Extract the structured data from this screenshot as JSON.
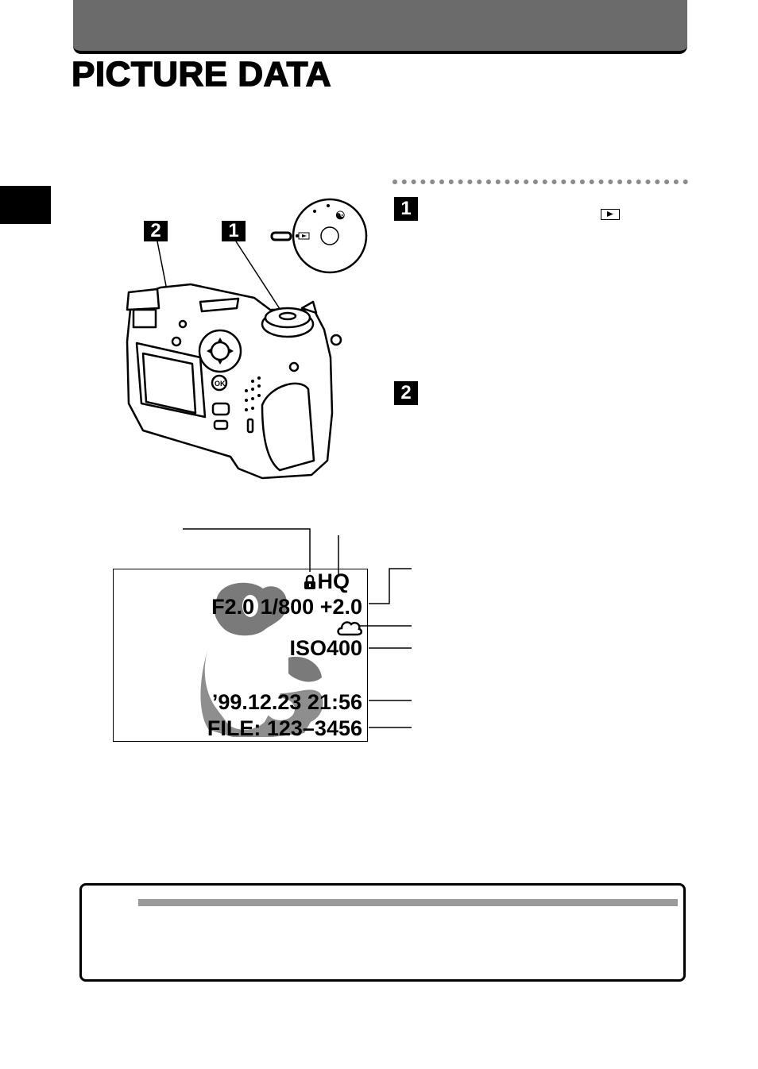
{
  "page": {
    "title": "PICTURE DATA"
  },
  "steps": {
    "step1_number": "1",
    "step2_number": "2"
  },
  "illustration": {
    "callout1_label": "1",
    "callout2_label": "2",
    "mode_dial_icon": "play-icon"
  },
  "lcd": {
    "lock_icon": "lock-icon",
    "quality": "HQ",
    "exposure": "F2.0  1/800 +2.0",
    "white_balance_icon": "cloudy-icon",
    "iso": "ISO400",
    "datetime": "’99.12.23  21:56",
    "file": "FILE: 123–3456"
  },
  "colors": {
    "header_gray": "#6b6b6b",
    "dog_gray": "#7a7a7a",
    "note_rule_gray": "#9a9a9a"
  }
}
